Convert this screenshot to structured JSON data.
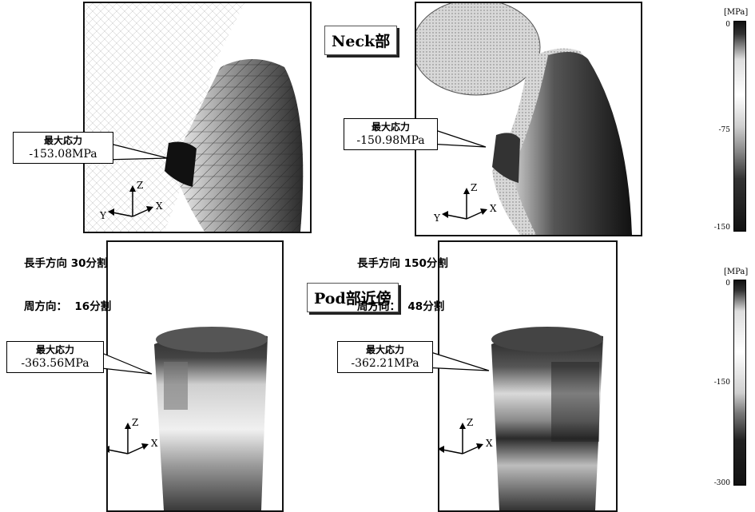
{
  "sections": {
    "neck_title": "Neck部",
    "pod_title": "Pod部近傍"
  },
  "mesh_coarse": {
    "line1_label": "長手方向",
    "line1_value": "30分割",
    "line2_label": "周方向：",
    "line2_value": "16分割"
  },
  "mesh_fine": {
    "line1_label": "長手方向",
    "line1_value": "150分割",
    "line2_label": "周方向：",
    "line2_value": "48分割"
  },
  "callouts": {
    "label": "最大応力",
    "neck_coarse": "-153.08MPa",
    "neck_fine": "-150.98MPa",
    "pod_coarse": "-363.56MPa",
    "pod_fine": "-362.21MPa"
  },
  "axes": {
    "z": "Z",
    "y": "Y",
    "x": "X"
  },
  "scale_top": {
    "unit": "[MPa]",
    "ticks": [
      "0",
      "-75",
      "-150"
    ]
  },
  "scale_bottom": {
    "unit": "[MPa]",
    "ticks": [
      "0",
      "-150",
      "-300"
    ]
  },
  "colors": {
    "frame": "#111111",
    "light_gray": "#e6e6e6",
    "dark_gray": "#1e1e1e"
  }
}
